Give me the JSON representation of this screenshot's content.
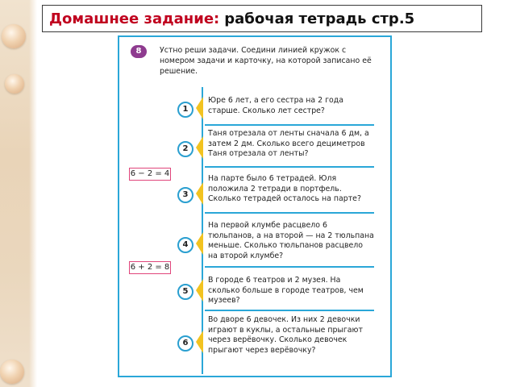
{
  "header": {
    "title_red": "Домашнее задание:",
    "title_black": "рабочая тетрадь стр.5"
  },
  "workbook": {
    "task_number": "8",
    "instruction": "Устно реши задачи. Соедини линией кружок с номером задачи и карточку, на которой записано её решение.",
    "problems": [
      {
        "number": "1",
        "text": "Юре 6 лет, а его сестра на 2 года старше. Сколько лет сестре?"
      },
      {
        "number": "2",
        "text": "Таня отрезала от ленты сначала 6 дм, а затем 2 дм. Сколько всего дециметров Таня отрезала от ленты?"
      },
      {
        "number": "3",
        "text": "На парте было 6 тетрадей. Юля положила 2 тетради в портфель. Сколько тетрадей осталось на парте?"
      },
      {
        "number": "4",
        "text": "На первой клумбе расцвело 6 тюльпанов, а на второй — на 2 тюльпана меньше. Сколько тюльпанов расцвело на второй клумбе?"
      },
      {
        "number": "5",
        "text": "В городе 6 театров и 2 музея. На сколько больше в городе театров, чем музеев?"
      },
      {
        "number": "6",
        "text": "Во дворе 6 девочек. Из них 2 девочки играют в куклы, а остальные прыгают через верёвочку. Сколько девочек прыгают через верёвочку?"
      }
    ],
    "cards": [
      "6 − 2 = 4",
      "6 + 2 = 8"
    ]
  },
  "colors": {
    "header_red": "#c0001e",
    "page_border": "#2aa7d8",
    "marker_yellow": "#f2c320",
    "card_border": "#e0457b",
    "task_badge": "#8e3b8f"
  }
}
